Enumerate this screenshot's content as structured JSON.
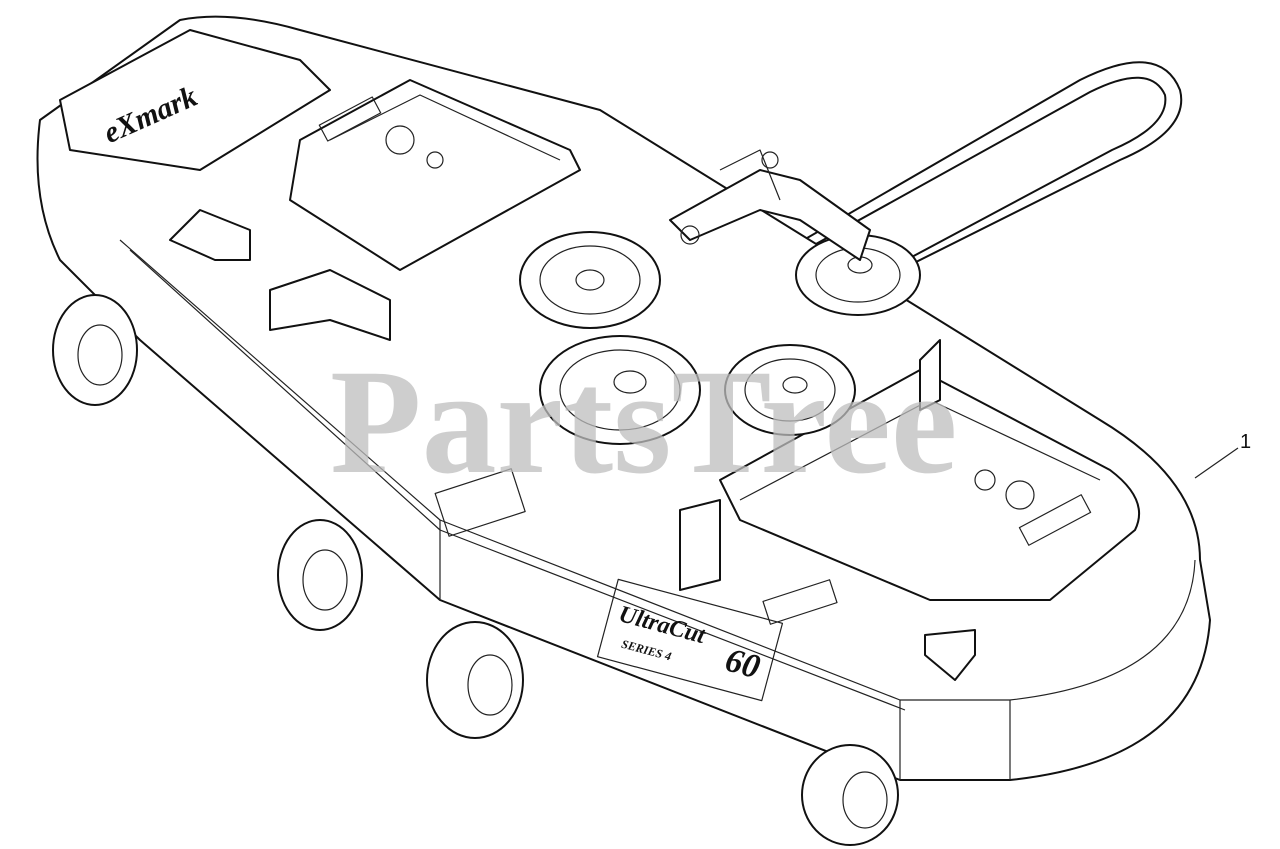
{
  "watermark": "PartsTree",
  "callouts": [
    {
      "label": "1"
    }
  ],
  "deck_branding": {
    "brand": "eXmark",
    "model_line": "UltraCut",
    "size": "60",
    "series": "SERIES 4"
  },
  "icons": [
    "pulley-icon",
    "idler-arm-icon",
    "belt-icon",
    "caster-wheel-icon",
    "direction-arrow-icon",
    "warning-decal-icon"
  ],
  "colors": {
    "line": "#111111",
    "watermark": "#bdbdbd",
    "background": "#ffffff"
  }
}
